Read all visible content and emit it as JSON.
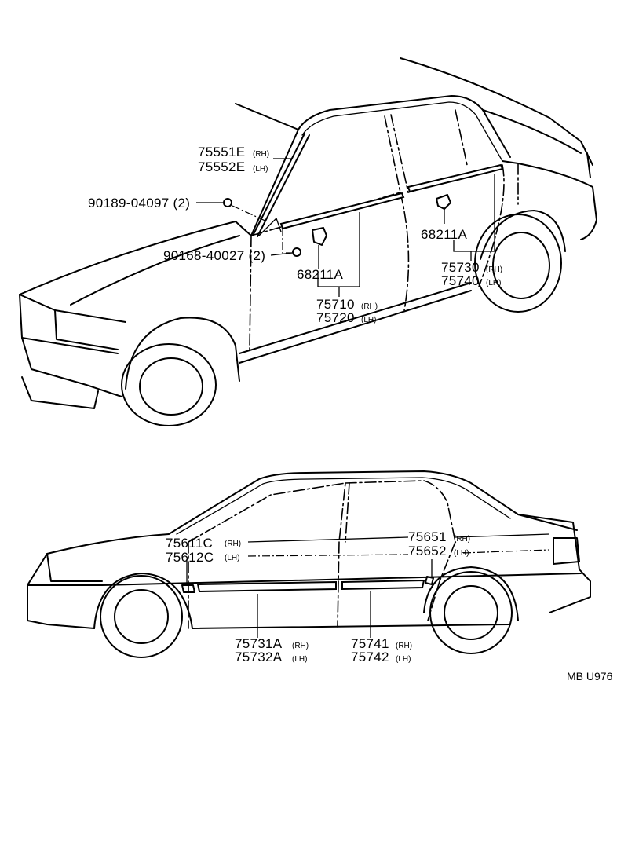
{
  "top_view": {
    "labels": {
      "p75551": {
        "number": "75551E",
        "side": "(RH)"
      },
      "p75552": {
        "number": "75552E",
        "side": "(LH)"
      },
      "bolt1": {
        "text": "90189-04097 (2)"
      },
      "bolt2": {
        "text": "90168-40027 (2)"
      },
      "clip_front": {
        "text": "68211A"
      },
      "clip_rear": {
        "text": "68211A"
      },
      "p75710": {
        "number": "75710",
        "side": "(RH)"
      },
      "p75720": {
        "number": "75720",
        "side": "(LH)"
      },
      "p75730": {
        "number": "75730",
        "side": "(RH)"
      },
      "p75740": {
        "number": "75740",
        "side": "(LH)"
      }
    }
  },
  "side_view": {
    "labels": {
      "p75611": {
        "number": "75611C",
        "side": "(RH)"
      },
      "p75612": {
        "number": "75612C",
        "side": "(LH)"
      },
      "p75651": {
        "number": "75651",
        "side": "(RH)"
      },
      "p75652": {
        "number": "75652",
        "side": "(LH)"
      },
      "p75731": {
        "number": "75731A",
        "side": "(RH)"
      },
      "p75732": {
        "number": "75732A",
        "side": "(LH)"
      },
      "p75741": {
        "number": "75741",
        "side": "(RH)"
      },
      "p75742": {
        "number": "75742",
        "side": "(LH)"
      }
    }
  },
  "diagram_code": "MB U976"
}
